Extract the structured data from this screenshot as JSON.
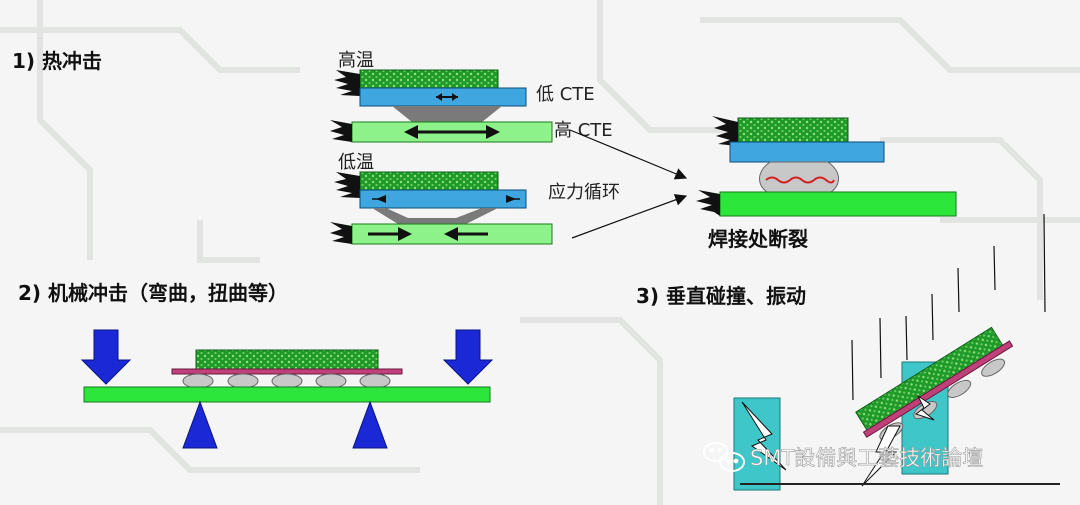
{
  "sections": {
    "thermal": {
      "title": "1) 热冲击",
      "high_temp": "高温",
      "low_temp": "低温",
      "low_cte": "低 CTE",
      "high_cte": "高 CTE",
      "stress_cycle": "应力循环",
      "result": "焊接处断裂"
    },
    "mechanical": {
      "title": "2) 机械冲击（弯曲，扭曲等）"
    },
    "vertical": {
      "title": "3) 垂直碰撞、振动"
    }
  },
  "watermark": {
    "icon": "wechat-icon",
    "text": "SMT設備與工藝技術論壇"
  },
  "colors": {
    "chip_green": "#1f9a2a",
    "chip_dots": "#8ce07a",
    "component_blue": "#3fa6e0",
    "board_green": "#8ef28a",
    "pcb_bright": "#2ce63c",
    "arrow_blue": "#1a28d6",
    "cyan_panel": "#3ec6c8",
    "crack_red": "#d02020",
    "solder_gray": "#c8c8c8"
  }
}
